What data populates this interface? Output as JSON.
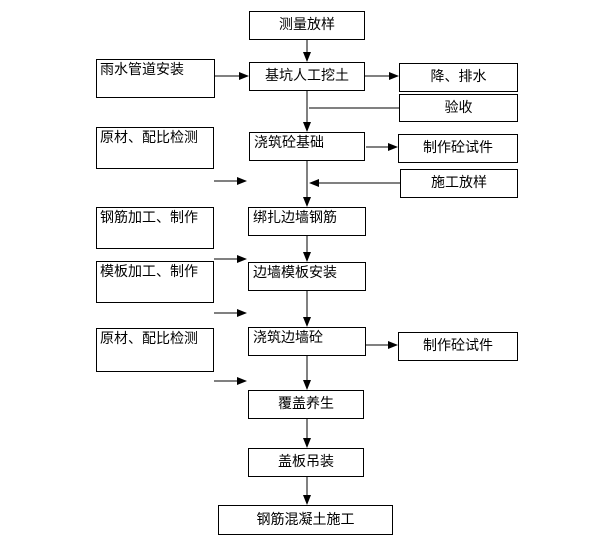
{
  "main_flow": {
    "step1": "测量放样",
    "step2": "基坑人工挖土",
    "step3": "浇筑砼基础",
    "step4": "绑扎边墙钢筋",
    "step5": "边墙模板安装",
    "step6": "浇筑边墙砼",
    "step7": "覆盖养生",
    "step8": "盖板吊装",
    "step9": "钢筋混凝土施工"
  },
  "left_inputs": {
    "rain_pipe": "雨水管道安装",
    "materials_1": "原材、配比检测",
    "rebar_fab": "钢筋加工、制作",
    "formwork_fab": "模板加工、制作",
    "materials_2": "原材、配比检测"
  },
  "right_inputs": {
    "dewater": "降、排水",
    "inspection": "验收",
    "test_block_1": "制作砼试件",
    "layout_stake": "施工放样",
    "test_block_2": "制作砼试件"
  }
}
